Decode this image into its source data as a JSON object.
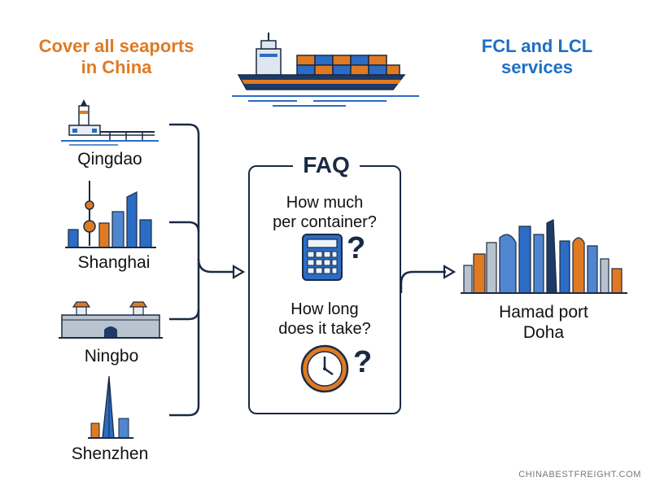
{
  "header": {
    "left_line1": "Cover all seaports",
    "left_line2": "in China",
    "right_line1": "FCL and LCL",
    "right_line2": "services"
  },
  "ports": [
    {
      "name": "Qingdao",
      "icon": "lighthouse-pier-icon"
    },
    {
      "name": "Shanghai",
      "icon": "shanghai-skyline-icon"
    },
    {
      "name": "Ningbo",
      "icon": "city-wall-gate-icon"
    },
    {
      "name": "Shenzhen",
      "icon": "skyscraper-icon"
    }
  ],
  "faq": {
    "title": "FAQ",
    "q1_line1": "How much",
    "q1_line2": "per container?",
    "q2_line1": "How long",
    "q2_line2": "does it take?",
    "q_mark": "?"
  },
  "destination": {
    "line1": "Hamad port",
    "line2": "Doha"
  },
  "footer": "CHINABESTFREIGHT.COM",
  "colors": {
    "orange": "#e07a22",
    "blue": "#1f6fc4",
    "navy": "#1a2a44"
  }
}
